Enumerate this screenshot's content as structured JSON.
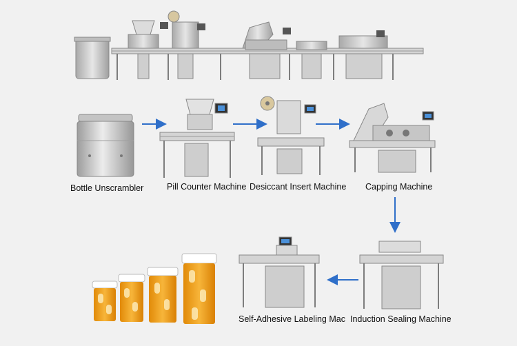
{
  "colors": {
    "background": "#f1f1f1",
    "arrow": "#2f6fc9",
    "steel": "#c8c8c8",
    "steel_dark": "#8f8f8f",
    "pill_orange": "#f2a219",
    "cap_white": "#ffffff"
  },
  "stations": [
    {
      "label": "Bottle Unscrambler"
    },
    {
      "label": "Pill Counter Machine"
    },
    {
      "label": "Desiccant Insert Machine"
    },
    {
      "label": "Capping Machine"
    },
    {
      "label": "Induction Sealing Machine"
    },
    {
      "label": "Self-Adhesive Labeling Mac"
    }
  ],
  "flow": [
    "Bottle Unscrambler",
    "Pill Counter Machine",
    "Desiccant Insert Machine",
    "Capping Machine",
    "Induction Sealing Machine",
    "Self-Adhesive Labeling Mac"
  ]
}
